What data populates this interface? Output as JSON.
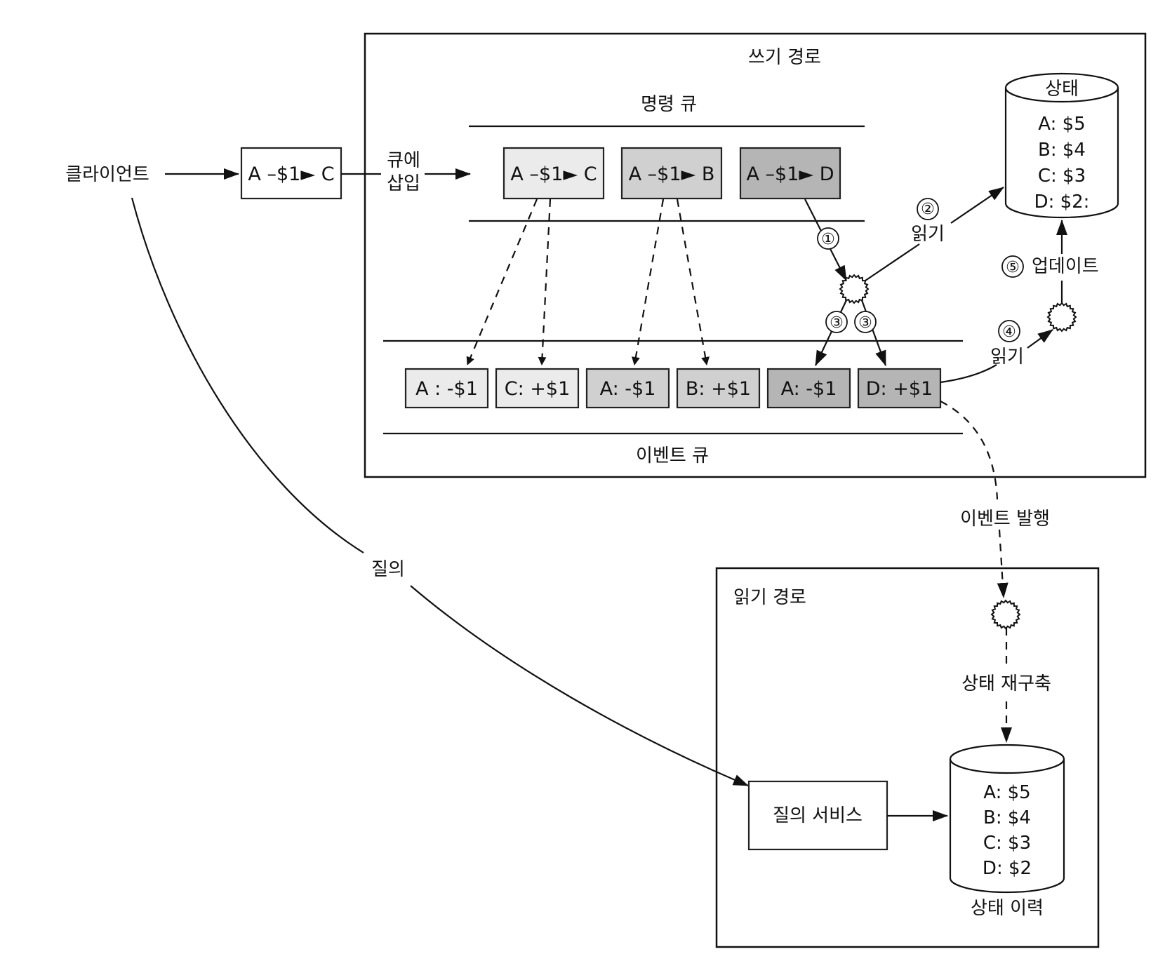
{
  "write_path": {
    "title": "쓰기 경로",
    "command_queue": {
      "title": "명령 큐",
      "commands": [
        {
          "from": "A",
          "amount": "–$1",
          "to": "C",
          "shade": "#ebebeb"
        },
        {
          "from": "A",
          "amount": "–$1",
          "to": "B",
          "shade": "#d0d0d0"
        },
        {
          "from": "A",
          "amount": "–$1",
          "to": "D",
          "shade": "#b5b5b5"
        }
      ]
    },
    "event_queue": {
      "title": "이벤트 큐",
      "events": [
        {
          "label": "A : -$1",
          "shade": "#ebebeb"
        },
        {
          "label": "C: +$1",
          "shade": "#ebebeb"
        },
        {
          "label": "A: -$1",
          "shade": "#d0d0d0"
        },
        {
          "label": "B: +$1",
          "shade": "#d0d0d0"
        },
        {
          "label": "A: -$1",
          "shade": "#b5b5b5"
        },
        {
          "label": "D: +$1",
          "shade": "#b5b5b5"
        }
      ]
    },
    "state_db": {
      "title": "상태",
      "rows": [
        "A: $5",
        "B: $4",
        "C: $3",
        "D: $2:"
      ]
    },
    "steps": {
      "s1": "①",
      "s2": "②",
      "s2_label": "읽기",
      "s3a": "③",
      "s3b": "③",
      "s4": "④",
      "s4_label": "읽기",
      "s5": "⑤",
      "s5_label": "업데이트"
    }
  },
  "client": {
    "label": "클라이언트",
    "command": {
      "from": "A",
      "amount": "–$1",
      "to": "C"
    },
    "enqueue_label_line1": "큐에",
    "enqueue_label_line2": "삽입",
    "query_label": "질의"
  },
  "publish_label": "이벤트 발행",
  "read_path": {
    "title": "읽기 경로",
    "rebuild_label": "상태 재구축",
    "query_service": "질의 서비스",
    "history_db": {
      "rows": [
        "A: $5",
        "B: $4",
        "C: $3",
        "D: $2"
      ],
      "caption": "상태 이력"
    }
  }
}
